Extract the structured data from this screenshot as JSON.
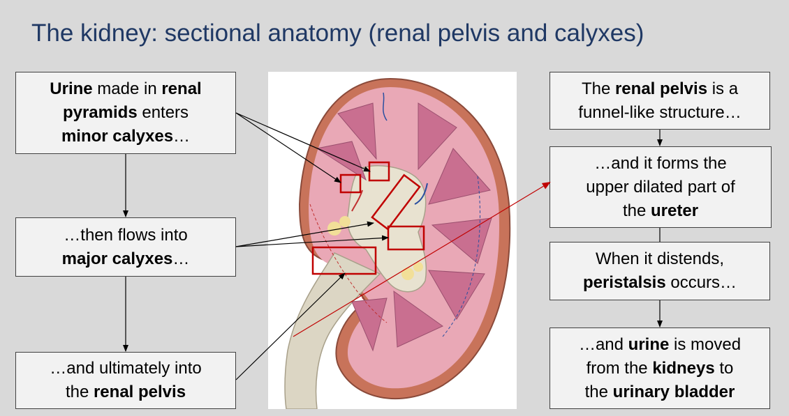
{
  "slide": {
    "title": "The kidney: sectional anatomy (renal pelvis and calyxes)"
  },
  "left_boxes": {
    "urine_minor": {
      "l1a": "Urine",
      "l1b": " made in ",
      "l1c": "renal",
      "l2a": "pyramids",
      "l2b": " enters",
      "l3a": "minor calyxes",
      "l3b": "…"
    },
    "major": {
      "l1": "…then flows into",
      "l2a": "major calyxes",
      "l2b": "…"
    },
    "pelvis": {
      "l1": "…and ultimately into",
      "l2a": "the ",
      "l2b": "renal pelvis"
    }
  },
  "right_boxes": {
    "funnel": {
      "l1a": "The ",
      "l1b": "renal pelvis",
      "l1c": " is a",
      "l2": "funnel-like structure…"
    },
    "ureter": {
      "l1": "…and it forms the",
      "l2": "upper dilated part of",
      "l3a": "the ",
      "l3b": "ureter"
    },
    "peristalsis": {
      "l1": "When it distends,",
      "l2a": "peristalsis",
      "l2b": " occurs…"
    },
    "bladder": {
      "l1a": "…and ",
      "l1b": "urine",
      "l1c": " is moved",
      "l2a": "from the ",
      "l2b": "kidneys",
      "l2c": " to",
      "l3a": "the ",
      "l3b": "urinary bladder"
    }
  },
  "colors": {
    "title": "#1f3864",
    "background": "#d9d9d9",
    "highlight_box": "#c00000",
    "cortex": "#e9a8b6",
    "pyramid": "#c96f90",
    "pelvis": "#dcd6c4"
  }
}
